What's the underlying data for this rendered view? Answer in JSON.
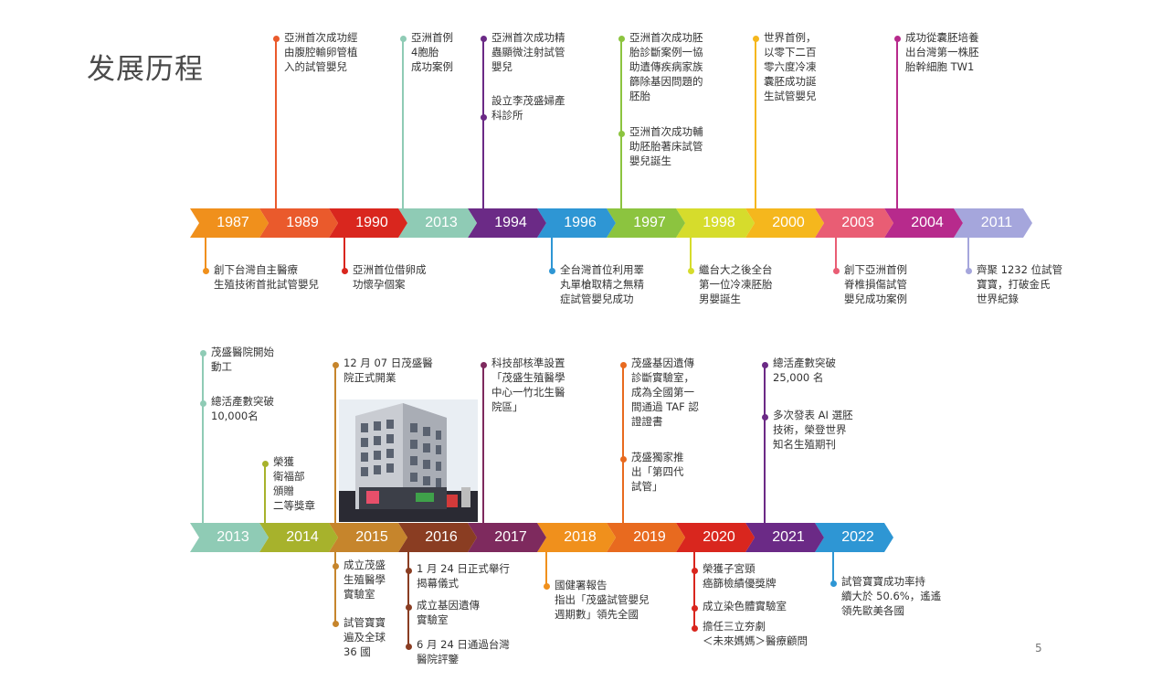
{
  "title": "发展历程",
  "page_number": "5",
  "timeline1": {
    "years": [
      {
        "label": "1987",
        "color": "#f0901c"
      },
      {
        "label": "1989",
        "color": "#ea5a2c"
      },
      {
        "label": "1990",
        "color": "#d9261e"
      },
      {
        "label": "2013",
        "color": "#8fcbb5"
      },
      {
        "label": "1994",
        "color": "#6b2a86"
      },
      {
        "label": "1996",
        "color": "#2e96d4"
      },
      {
        "label": "1997",
        "color": "#8cc43f"
      },
      {
        "label": "1998",
        "color": "#d6dc2c"
      },
      {
        "label": "2000",
        "color": "#f5b71d"
      },
      {
        "label": "2003",
        "color": "#e95d74"
      },
      {
        "label": "2004",
        "color": "#b72a8c"
      },
      {
        "label": "2011",
        "color": "#a5a6dc"
      }
    ],
    "above": [
      {
        "text": "亞洲首次成功經\n由腹腔輸卵管植\n入的試管嬰兒",
        "color": "#ea5a2c"
      },
      {
        "text": "亞洲首例\n4胞胎\n成功案例",
        "color": "#8fcbb5"
      },
      {
        "text": "亞洲首次成功精\n蟲顯微注射試管\n嬰兒",
        "color": "#6b2a86"
      },
      {
        "text": "設立李茂盛婦產\n科診所",
        "color": "#6b2a86"
      },
      {
        "text": "亞洲首次成功胚\n胎診斷案例一協\n助遺傳疾病家族\n篩除基因問題的\n胚胎",
        "color": "#8cc43f"
      },
      {
        "text": "亞洲首次成功輔\n助胚胎著床試管\n嬰兒誕生",
        "color": "#8cc43f"
      },
      {
        "text": "世界首例，\n以零下二百\n零六度冷凍\n囊胚成功誕\n生試管嬰兒",
        "color": "#f5b71d"
      },
      {
        "text": "成功從囊胚培養\n出台灣第一株胚\n胎幹細胞 TW1",
        "color": "#b72a8c"
      }
    ],
    "below": [
      {
        "text": "創下台灣自主醫療\n生殖技術首批試管嬰兒",
        "color": "#f0901c"
      },
      {
        "text": "亞洲首位借卵成\n功懷孕個案",
        "color": "#d9261e"
      },
      {
        "text": "全台灣首位利用睪\n丸單槍取精之無精\n症試管嬰兒成功",
        "color": "#2e96d4"
      },
      {
        "text": "繼台大之後全台\n第一位冷凍胚胎\n男嬰誕生",
        "color": "#d6dc2c"
      },
      {
        "text": "創下亞洲首例\n脊椎損傷試管\n嬰兒成功案例",
        "color": "#e95d74"
      },
      {
        "text": "齊聚 1232 位試管\n寶寶，打破金氏\n世界紀錄",
        "color": "#a5a6dc"
      }
    ]
  },
  "timeline2": {
    "years": [
      {
        "label": "2013",
        "color": "#8fcbb5"
      },
      {
        "label": "2014",
        "color": "#a7b22c"
      },
      {
        "label": "2015",
        "color": "#c6852c"
      },
      {
        "label": "2016",
        "color": "#8a3d22"
      },
      {
        "label": "2017",
        "color": "#7e2a5e"
      },
      {
        "label": "2018",
        "color": "#f0901c"
      },
      {
        "label": "2019",
        "color": "#e86a1f"
      },
      {
        "label": "2020",
        "color": "#d9261e"
      },
      {
        "label": "2021",
        "color": "#6b2a86"
      },
      {
        "label": "2022",
        "color": "#2e96d4"
      }
    ],
    "above": [
      {
        "text": "茂盛醫院開始\n動工",
        "color": "#8fcbb5"
      },
      {
        "text": "總活產數突破\n10,000名",
        "color": "#8fcbb5"
      },
      {
        "text": "榮獲\n衛福部\n頒贈\n二等獎章",
        "color": "#a7b22c"
      },
      {
        "text": "12 月 07 日茂盛醫\n院正式開業",
        "color": "#c6852c"
      },
      {
        "text": "科技部核準設置\n「茂盛生殖醫學\n中心一竹北生醫\n院區」",
        "color": "#7e2a5e"
      },
      {
        "text": "茂盛基因遺傳\n診斷實驗室，\n成為全國第一\n間通過 TAF 認\n證證書",
        "color": "#e86a1f"
      },
      {
        "text": "茂盛獨家推\n出「第四代\n試管」",
        "color": "#e86a1f"
      },
      {
        "text": "總活產數突破\n25,000 名",
        "color": "#6b2a86"
      },
      {
        "text": "多次發表 AI 選胚\n技術，榮登世界\n知名生殖期刊",
        "color": "#6b2a86"
      }
    ],
    "below": [
      {
        "text": "成立茂盛\n生殖醫學\n實驗室",
        "color": "#c6852c"
      },
      {
        "text": "試管寶寶\n遍及全球\n36 國",
        "color": "#c6852c"
      },
      {
        "text": "1 月 24 日正式舉行\n揭幕儀式",
        "color": "#8a3d22"
      },
      {
        "text": "成立基因遺傳\n實驗室",
        "color": "#8a3d22"
      },
      {
        "text": "6 月 24 日通過台灣\n醫院評鑒",
        "color": "#8a3d22"
      },
      {
        "text": "國健署報告\n指出「茂盛試管嬰兒\n週期數」領先全國",
        "color": "#f0901c"
      },
      {
        "text": "榮獲子宮頸\n癌篩檢績優獎牌",
        "color": "#d9261e"
      },
      {
        "text": "成立染色體實驗室",
        "color": "#d9261e"
      },
      {
        "text": "擔任三立夯劇\n＜未來媽媽＞醫療顧問",
        "color": "#d9261e"
      },
      {
        "text": "試管寶寶成功率持\n續大於 50.6%，遙遙\n領先歐美各國",
        "color": "#2e96d4"
      }
    ]
  }
}
